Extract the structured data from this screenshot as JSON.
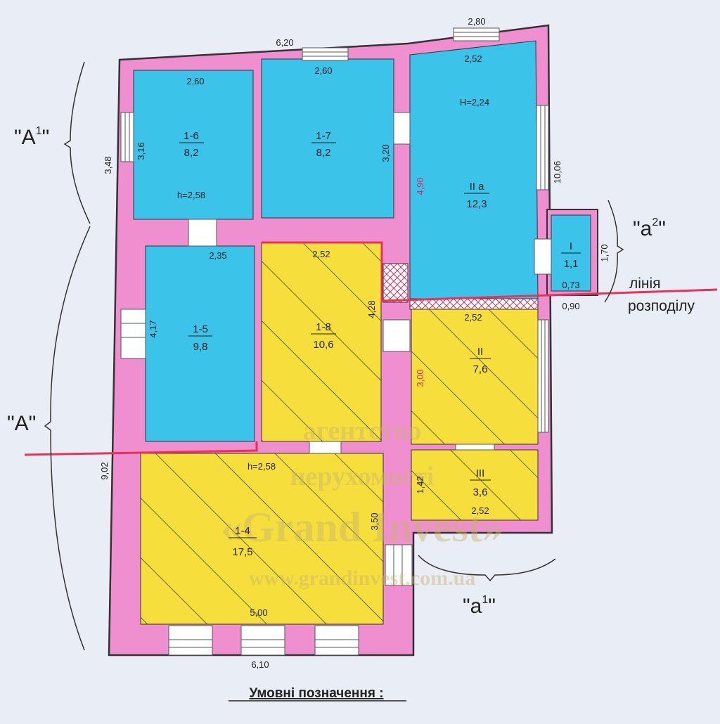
{
  "rooms": [
    {
      "id": "1-6",
      "area": "8,2"
    },
    {
      "id": "1-7",
      "area": "8,2"
    },
    {
      "id": "II a",
      "area": "12,3"
    },
    {
      "id": "I",
      "area": "1,1"
    },
    {
      "id": "1-5",
      "area": "9,8"
    },
    {
      "id": "1-8",
      "area": "10,6"
    },
    {
      "id": "II",
      "area": "7,6"
    },
    {
      "id": "III",
      "area": "3,6"
    },
    {
      "id": "1-4",
      "area": "17,5"
    }
  ],
  "heights": {
    "h_upper": "h=2,58",
    "h_lower": "h=2,58",
    "H_annex": "H=2,24"
  },
  "dims": {
    "top_main": "6,20",
    "top_annex": "2,80",
    "annex_inner_top": "2,52",
    "r16_top": "2,60",
    "r17_top": "2,60",
    "r16_side": "3,16",
    "left_upper": "3,48",
    "r17_side": "3,20",
    "r2a_side": "4,90",
    "right_total": "10,06",
    "corr": "2,35",
    "r18_top": "2,52",
    "r15_side": "4,17",
    "r18_side": "4,28",
    "rI_side": "1,70",
    "rI_bottom": "0,73",
    "rI_out": "0,90",
    "rII_top": "2,52",
    "rII_side": "3,00",
    "rIII_side": "1,42",
    "rIII_bottom": "2,52",
    "left_total": "9,02",
    "r14_side": "3,50",
    "r14_bottom": "5,00",
    "bottom_total": "6,10"
  },
  "blocks": {
    "A1_base": "\"A",
    "A1_sup": "1",
    "A1_end": "\"",
    "A": "\"A\"",
    "a2_base": "\"a",
    "a2_sup": "2",
    "a2_end": "\"",
    "a1_base": "\"a",
    "a1_sup": "1",
    "a1_end": "\""
  },
  "division_line": {
    "line1": "лінія",
    "line2": "розподілу",
    "color": "#e8325a"
  },
  "watermark": {
    "line1": "агентство",
    "line2": "нерухомості",
    "line3": "«Grand Invest»",
    "line4": "www.grandinvest.com.ua"
  },
  "legend_title": "Умовні позначення :",
  "colors": {
    "wall": "#ef8fcf",
    "cyan": "#3cc3ea",
    "yellow": "#f6df3c",
    "background": "#e9edf6"
  }
}
